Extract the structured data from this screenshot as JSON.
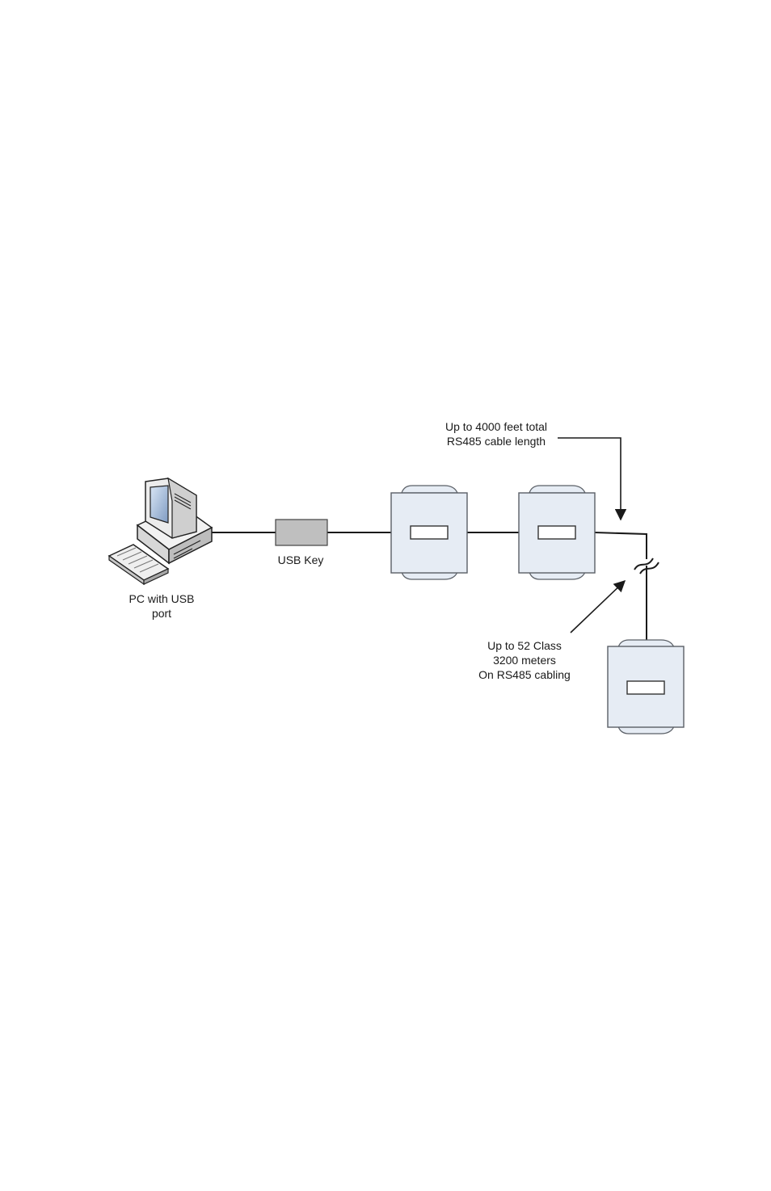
{
  "labels": {
    "pc_line1": "PC with USB",
    "pc_line2": "port",
    "usb_key": "USB Key",
    "cable_line1": "Up to 4000 feet total",
    "cable_line2": "RS485 cable length",
    "meters_line1": "Up to 52 Class",
    "meters_line2": "3200 meters",
    "meters_line3": "On RS485 cabling"
  },
  "colors": {
    "line": "#1a1a1a",
    "meter_fill": "#e6ecf4",
    "meter_stroke": "#5a5f66",
    "usb_fill": "#bfbfbf",
    "pc_body": "#ececec",
    "pc_screen": "#5f7a9e"
  },
  "icons": [
    "desktop-computer-icon",
    "keyboard-icon",
    "usb-key-icon",
    "meter-icon"
  ]
}
